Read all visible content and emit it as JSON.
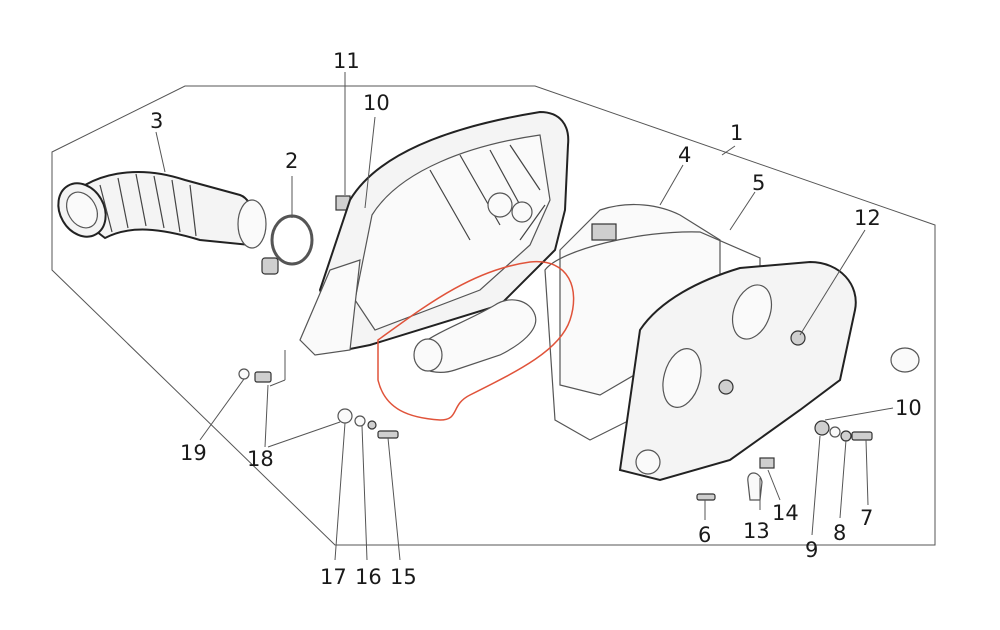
{
  "diagram": {
    "highlight_color": "#e0533a",
    "callouts": [
      {
        "id": "1",
        "label": "1"
      },
      {
        "id": "2",
        "label": "2"
      },
      {
        "id": "3",
        "label": "3"
      },
      {
        "id": "4",
        "label": "4"
      },
      {
        "id": "5",
        "label": "5"
      },
      {
        "id": "6",
        "label": "6"
      },
      {
        "id": "7",
        "label": "7"
      },
      {
        "id": "8",
        "label": "8"
      },
      {
        "id": "9",
        "label": "9"
      },
      {
        "id": "10a",
        "label": "10"
      },
      {
        "id": "10b",
        "label": "10"
      },
      {
        "id": "11",
        "label": "11"
      },
      {
        "id": "12",
        "label": "12"
      },
      {
        "id": "13",
        "label": "13"
      },
      {
        "id": "14",
        "label": "14"
      },
      {
        "id": "15",
        "label": "15"
      },
      {
        "id": "16",
        "label": "16"
      },
      {
        "id": "17",
        "label": "17"
      },
      {
        "id": "18",
        "label": "18"
      },
      {
        "id": "19",
        "label": "19"
      }
    ]
  }
}
